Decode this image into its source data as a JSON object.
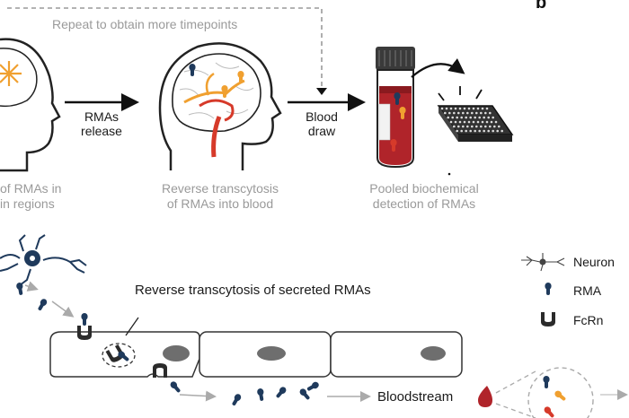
{
  "panel_label": "b",
  "repeat_note": "Repeat to obtain more timepoints",
  "steps": [
    {
      "line1": "of RMAs in",
      "line2": "in regions"
    },
    {
      "line1": "Reverse transcytosis",
      "line2": "of RMAs into blood"
    },
    {
      "line1": "Pooled biochemical",
      "line2": "detection of RMAs"
    }
  ],
  "arrows": [
    {
      "line1": "RMAs",
      "line2": "release"
    },
    {
      "line1": "Blood",
      "line2": "draw"
    }
  ],
  "bottom": {
    "title": "Reverse transcytosis of secreted RMAs",
    "bloodstream": "Bloodstream"
  },
  "legend": [
    {
      "label": "Neuron",
      "icon": "neuron-icon"
    },
    {
      "label": "RMA",
      "icon": "rma-icon"
    },
    {
      "label": "FcRn",
      "icon": "fcrn-icon"
    }
  ],
  "colors": {
    "rma_blue": "#1f3a5c",
    "orange": "#f0a030",
    "red": "#d63a2a",
    "blood": "#b0242a",
    "gray_text": "#9a9a9a"
  }
}
